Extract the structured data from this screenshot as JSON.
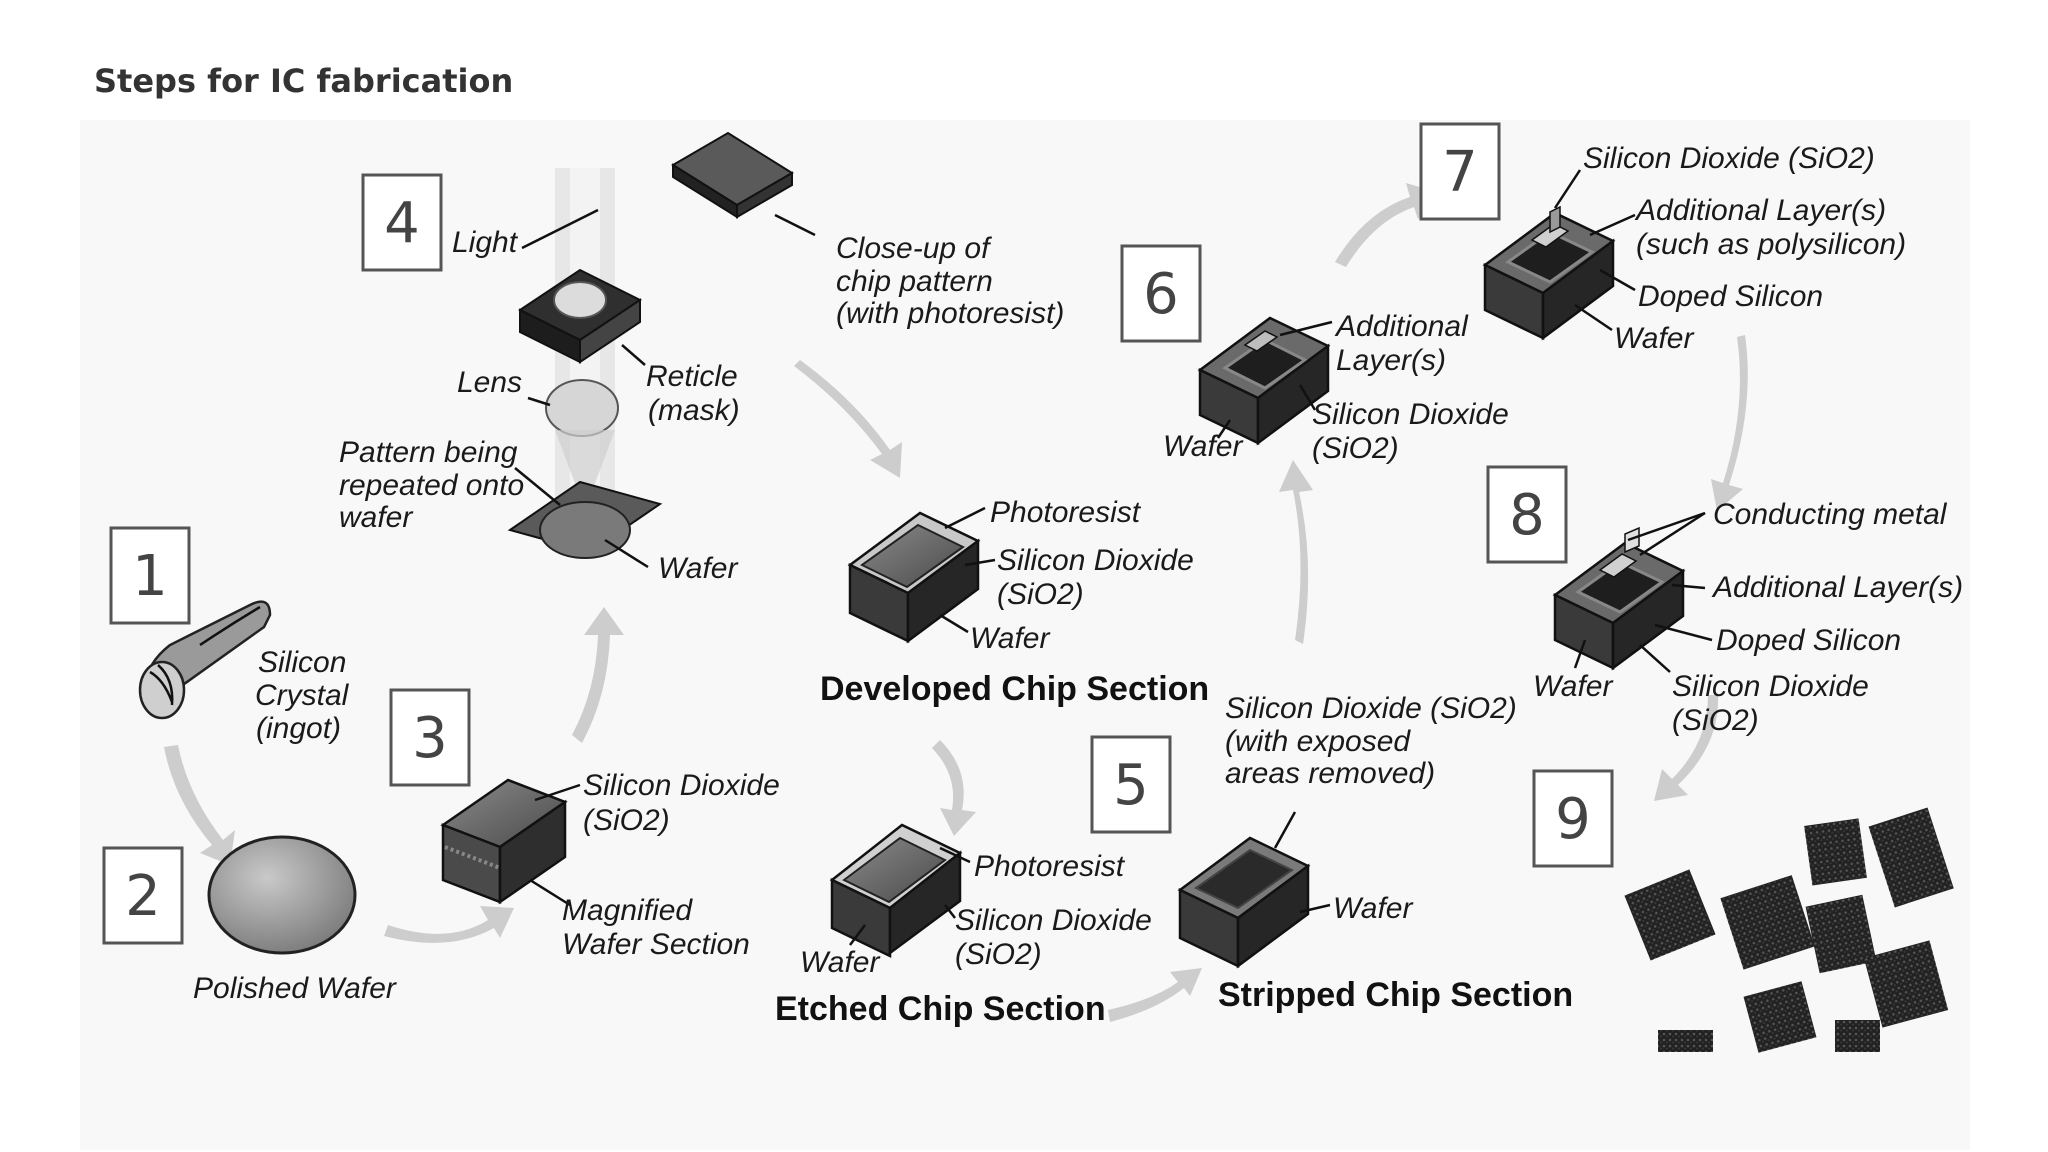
{
  "page": {
    "heading": "Steps for IC fabrication"
  },
  "steps": [
    "1",
    "2",
    "3",
    "4",
    "5",
    "6",
    "7",
    "8",
    "9"
  ],
  "step1": {
    "label_lines": [
      "Silicon",
      "Crystal",
      "(ingot)"
    ]
  },
  "step2": {
    "label": "Polished Wafer"
  },
  "step3": {
    "oxide_lines": [
      "Silicon Dioxide",
      "(SiO2)"
    ],
    "section_lines": [
      "Magnified",
      "Wafer Section"
    ]
  },
  "step4": {
    "light": "Light",
    "closeup_lines": [
      "Close-up of",
      "chip pattern",
      "(with photoresist)"
    ],
    "lens": "Lens",
    "reticle_lines": [
      "Reticle",
      "(mask)"
    ],
    "pattern_lines": [
      "Pattern being",
      "repeated onto",
      "wafer"
    ],
    "wafer": "Wafer"
  },
  "developed": {
    "photoresist": "Photoresist",
    "oxide_lines": [
      "Silicon Dioxide",
      "(SiO2)"
    ],
    "wafer": "Wafer",
    "title": "Developed Chip Section"
  },
  "etched": {
    "photoresist": "Photoresist",
    "oxide_lines": [
      "Silicon Dioxide",
      "(SiO2)"
    ],
    "wafer": "Wafer",
    "title": "Etched Chip Section"
  },
  "step5": {
    "oxide_lines": [
      "Silicon Dioxide (SiO2)",
      "(with exposed",
      "areas removed)"
    ],
    "wafer": "Wafer",
    "title": "Stripped Chip Section"
  },
  "step6": {
    "additional_lines": [
      "Additional",
      "Layer(s)"
    ],
    "wafer": "Wafer",
    "oxide_lines": [
      "Silicon Dioxide",
      "(SiO2)"
    ]
  },
  "step7": {
    "oxide": "Silicon Dioxide (SiO2)",
    "additional_lines": [
      "Additional Layer(s)",
      "(such as polysilicon)"
    ],
    "doped": "Doped Silicon",
    "wafer": "Wafer"
  },
  "step8": {
    "metal": "Conducting metal",
    "additional": "Additional Layer(s)",
    "doped": "Doped Silicon",
    "wafer": "Wafer",
    "oxide_lines": [
      "Silicon Dioxide",
      "(SiO2)"
    ]
  },
  "colors": {
    "arrow": "#c8c8c8",
    "chip_dark": "#3a3a3a",
    "chip_mid": "#6a6a6a",
    "chip_light": "#9a9a9a"
  }
}
